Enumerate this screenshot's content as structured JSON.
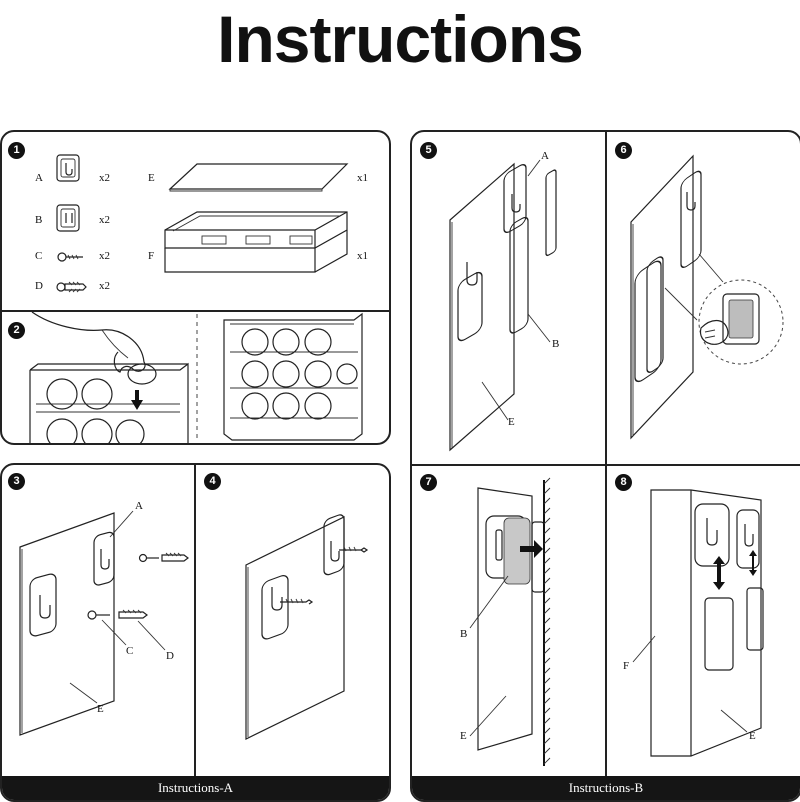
{
  "title": "Instructions",
  "panel_a": {
    "footer": "Instructions-A",
    "step1": {
      "number": "1",
      "parts": [
        {
          "letter": "A",
          "qty": "x2"
        },
        {
          "letter": "B",
          "qty": "x2"
        },
        {
          "letter": "C",
          "qty": "x2"
        },
        {
          "letter": "D",
          "qty": "x2"
        },
        {
          "letter": "E",
          "qty": "x1"
        },
        {
          "letter": "F",
          "qty": "x1"
        }
      ]
    },
    "step2": {
      "number": "2"
    },
    "step3": {
      "number": "3",
      "labels": {
        "a": "A",
        "c": "C",
        "d": "D",
        "e": "E"
      }
    },
    "step4": {
      "number": "4"
    }
  },
  "panel_b": {
    "footer": "Instructions-B",
    "step5": {
      "number": "5",
      "labels": {
        "a": "A",
        "b": "B",
        "e": "E"
      }
    },
    "step6": {
      "number": "6"
    },
    "step7": {
      "number": "7",
      "labels": {
        "b": "B",
        "e": "E"
      }
    },
    "step8": {
      "number": "8",
      "labels": {
        "f": "F",
        "e": "E"
      }
    }
  },
  "colors": {
    "ink": "#111111",
    "footer_bg": "#151515",
    "adhesive": "#c8c8c8"
  }
}
